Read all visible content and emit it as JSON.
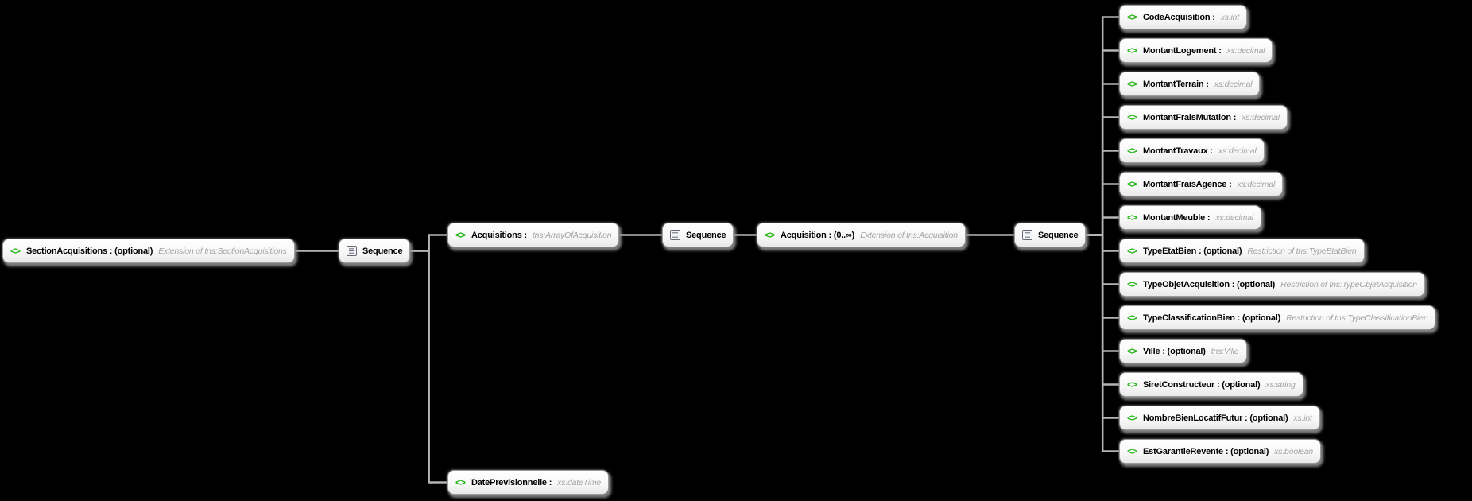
{
  "diagram": {
    "background_color": "#000000",
    "element_icon_glyph": "<>",
    "element_icon_color": "#24b416",
    "connector_color": "#b4b4b4",
    "box_border_color": "#9c9c9c",
    "type_text_color": "#a3a3a3",
    "nodes": [
      {
        "id": "sectionAcquisitions",
        "kind": "element",
        "title": "SectionAcquisitions : (optional)",
        "type": "Extension of tns:SectionAcquisitions"
      },
      {
        "id": "sequence1",
        "kind": "sequence",
        "title": "Sequence",
        "type": ""
      },
      {
        "id": "acquisitions",
        "kind": "element",
        "title": "Acquisitions :",
        "type": "tns:ArrayOfAcquisition"
      },
      {
        "id": "sequence2",
        "kind": "sequence",
        "title": "Sequence",
        "type": ""
      },
      {
        "id": "acquisition",
        "kind": "element",
        "title": "Acquisition : (0..∞)",
        "type": "Extension of tns:Acquisition"
      },
      {
        "id": "sequence3",
        "kind": "sequence",
        "title": "Sequence",
        "type": ""
      },
      {
        "id": "codeAcquisition",
        "kind": "element",
        "title": "CodeAcquisition :",
        "type": "xs:int"
      },
      {
        "id": "montantLogement",
        "kind": "element",
        "title": "MontantLogement :",
        "type": "xs:decimal"
      },
      {
        "id": "montantTerrain",
        "kind": "element",
        "title": "MontantTerrain :",
        "type": "xs:decimal"
      },
      {
        "id": "montantFraisMutation",
        "kind": "element",
        "title": "MontantFraisMutation :",
        "type": "xs:decimal"
      },
      {
        "id": "montantTravaux",
        "kind": "element",
        "title": "MontantTravaux :",
        "type": "xs:decimal"
      },
      {
        "id": "montantFraisAgence",
        "kind": "element",
        "title": "MontantFraisAgence :",
        "type": "xs:decimal"
      },
      {
        "id": "montantMeuble",
        "kind": "element",
        "title": "MontantMeuble :",
        "type": "xs:decimal"
      },
      {
        "id": "typeEtatBien",
        "kind": "element",
        "title": "TypeEtatBien : (optional)",
        "type": "Restriction of tns:TypeEtatBien"
      },
      {
        "id": "typeObjetAcquisition",
        "kind": "element",
        "title": "TypeObjetAcquisition : (optional)",
        "type": "Restriction of tns:TypeObjetAcquisition"
      },
      {
        "id": "typeClassificationBien",
        "kind": "element",
        "title": "TypeClassificationBien : (optional)",
        "type": "Restriction of tns:TypeClassificationBien"
      },
      {
        "id": "ville",
        "kind": "element",
        "title": "Ville : (optional)",
        "type": "tns:Ville"
      },
      {
        "id": "siretConstructeur",
        "kind": "element",
        "title": "SiretConstructeur : (optional)",
        "type": "xs:string"
      },
      {
        "id": "nombreBienLocatifFutur",
        "kind": "element",
        "title": "NombreBienLocatifFutur : (optional)",
        "type": "xs:int"
      },
      {
        "id": "estGarantieRevente",
        "kind": "element",
        "title": "EstGarantieRevente : (optional)",
        "type": "xs:boolean"
      },
      {
        "id": "datePrevisionnelle",
        "kind": "element",
        "title": "DatePrevisionnelle :",
        "type": "xs:dateTime"
      }
    ]
  }
}
